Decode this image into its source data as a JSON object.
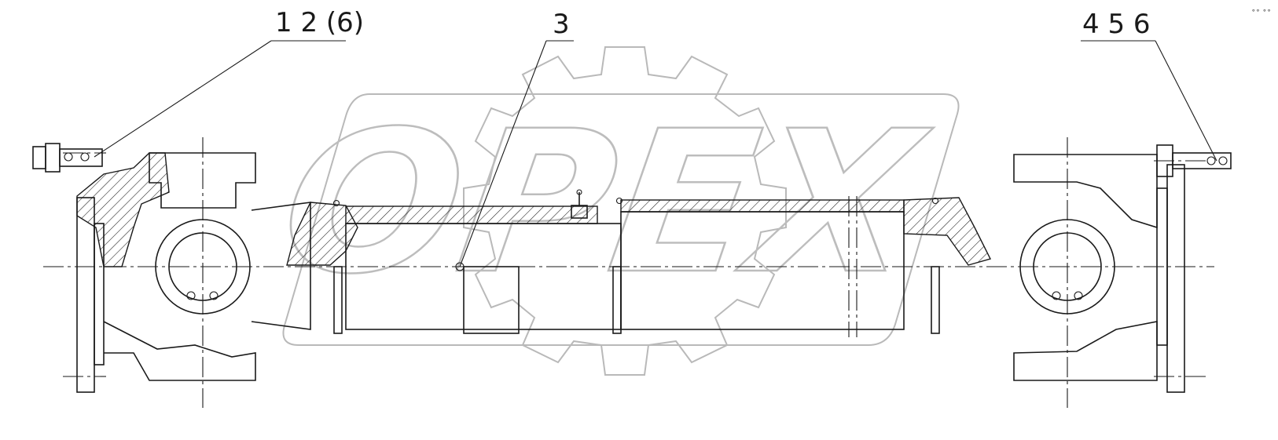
{
  "drawing": {
    "callouts": {
      "left": "1 2 (6)",
      "center": "3",
      "right": "4 5 6"
    },
    "watermark": {
      "text": "OPEX"
    },
    "corner_mark": "∘∘ ∘∘"
  }
}
